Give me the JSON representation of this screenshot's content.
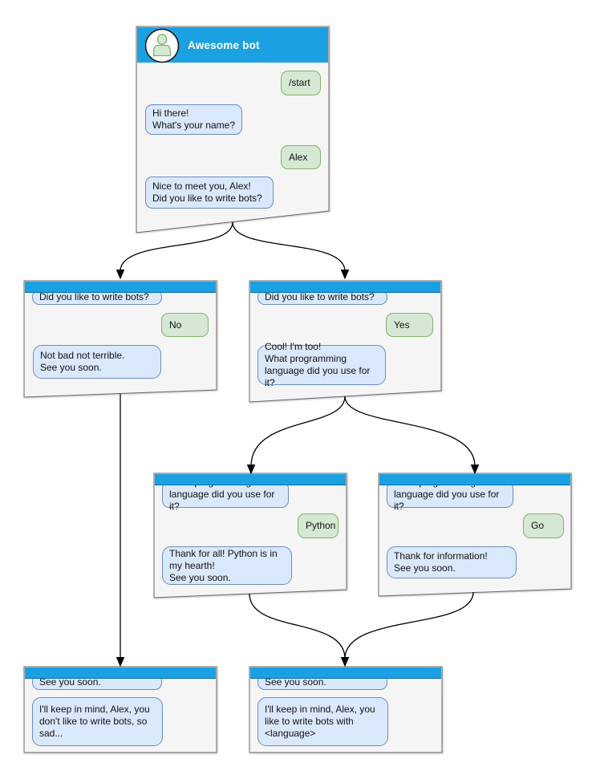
{
  "colors": {
    "header_blue": "#1BA1E2",
    "header_blue_stroke": "#006EAF",
    "bot_bubble_fill": "#DAE8FC",
    "bot_bubble_stroke": "#6C8EBF",
    "user_bubble_fill": "#D5E8D4",
    "user_bubble_stroke": "#82B366",
    "window_fill": "#F5F5F5",
    "window_stroke": "#666666",
    "connector": "#000000"
  },
  "icons": {
    "avatar": "person-silhouette-icon"
  },
  "windows": [
    {
      "id": "main-chat",
      "title": "Awesome bot",
      "messages": [
        {
          "from": "user",
          "text": "/start"
        },
        {
          "from": "bot",
          "text": "Hi there!\nWhat's your name?"
        },
        {
          "from": "user",
          "text": "Alex"
        },
        {
          "from": "bot",
          "text": "Nice to meet you, Alex!\nDid you like to write bots?"
        }
      ]
    },
    {
      "id": "branch-no",
      "messages": [
        {
          "from": "bot",
          "text": "Did you like to write bots?"
        },
        {
          "from": "user",
          "text": "No"
        },
        {
          "from": "bot",
          "text": "Not bad not terrible.\nSee you soon."
        }
      ]
    },
    {
      "id": "branch-yes",
      "messages": [
        {
          "from": "bot",
          "text": "Did you like to write bots?"
        },
        {
          "from": "user",
          "text": "Yes"
        },
        {
          "from": "bot",
          "text": "Cool! I'm too!\nWhat programming\nlanguage did you use for it?"
        }
      ]
    },
    {
      "id": "branch-python",
      "messages": [
        {
          "from": "bot",
          "text": "What programming\nlanguage did you use for it?"
        },
        {
          "from": "user",
          "text": "Python"
        },
        {
          "from": "bot",
          "text": "Thank for all! Python is in\nmy hearth!\nSee you soon."
        }
      ]
    },
    {
      "id": "branch-go",
      "messages": [
        {
          "from": "bot",
          "text": "What programming\nlanguage did you use for it?"
        },
        {
          "from": "user",
          "text": "Go"
        },
        {
          "from": "bot",
          "text": "Thank for information!\nSee you soon."
        }
      ]
    },
    {
      "id": "end-no",
      "messages": [
        {
          "from": "bot",
          "text": "See you soon."
        },
        {
          "from": "bot",
          "text": "I'll keep in mind, Alex, you\ndon't like to write bots, so\nsad..."
        }
      ]
    },
    {
      "id": "end-yes",
      "messages": [
        {
          "from": "bot",
          "text": "See you soon."
        },
        {
          "from": "bot",
          "text": "I'll keep in mind, Alex, you\nlike to write bots with\n<language>"
        }
      ]
    }
  ]
}
